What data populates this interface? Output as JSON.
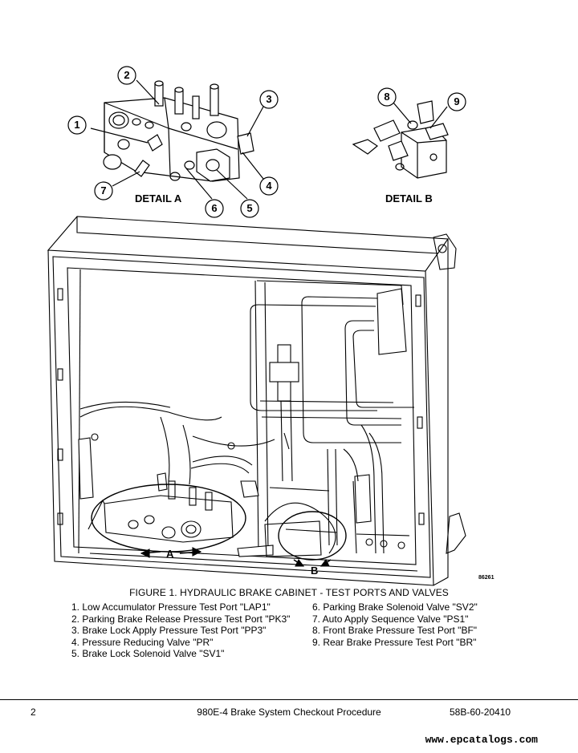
{
  "figure": {
    "detail_a_label": "DETAIL A",
    "detail_b_label": "DETAIL B",
    "callouts": [
      "1",
      "2",
      "3",
      "4",
      "5",
      "6",
      "7",
      "8",
      "9"
    ],
    "view_a_label": "A",
    "view_b_label": "B",
    "ref_number": "86261",
    "caption": "FIGURE 1. HYDRAULIC BRAKE CABINET - TEST PORTS AND VALVES"
  },
  "legend": {
    "left": [
      "1. Low Accumulator Pressure Test Port \"LAP1\"",
      "2. Parking Brake Release Pressure Test Port \"PK3\"",
      "3. Brake Lock Apply Pressure Test Port \"PP3\"",
      "4. Pressure Reducing Valve \"PR\"",
      "5. Brake Lock Solenoid Valve \"SV1\""
    ],
    "right": [
      "6. Parking Brake Solenoid Valve \"SV2\"",
      "7. Auto Apply Sequence Valve \"PS1\"",
      "8. Front Brake Pressure Test Port \"BF\"",
      "9. Rear Brake Pressure Test Port \"BR\""
    ]
  },
  "footer": {
    "page_number": "2",
    "title": "980E-4 Brake System Checkout Procedure",
    "doc_number": "58B-60-20410"
  },
  "watermark": "www.epcatalogs.com"
}
